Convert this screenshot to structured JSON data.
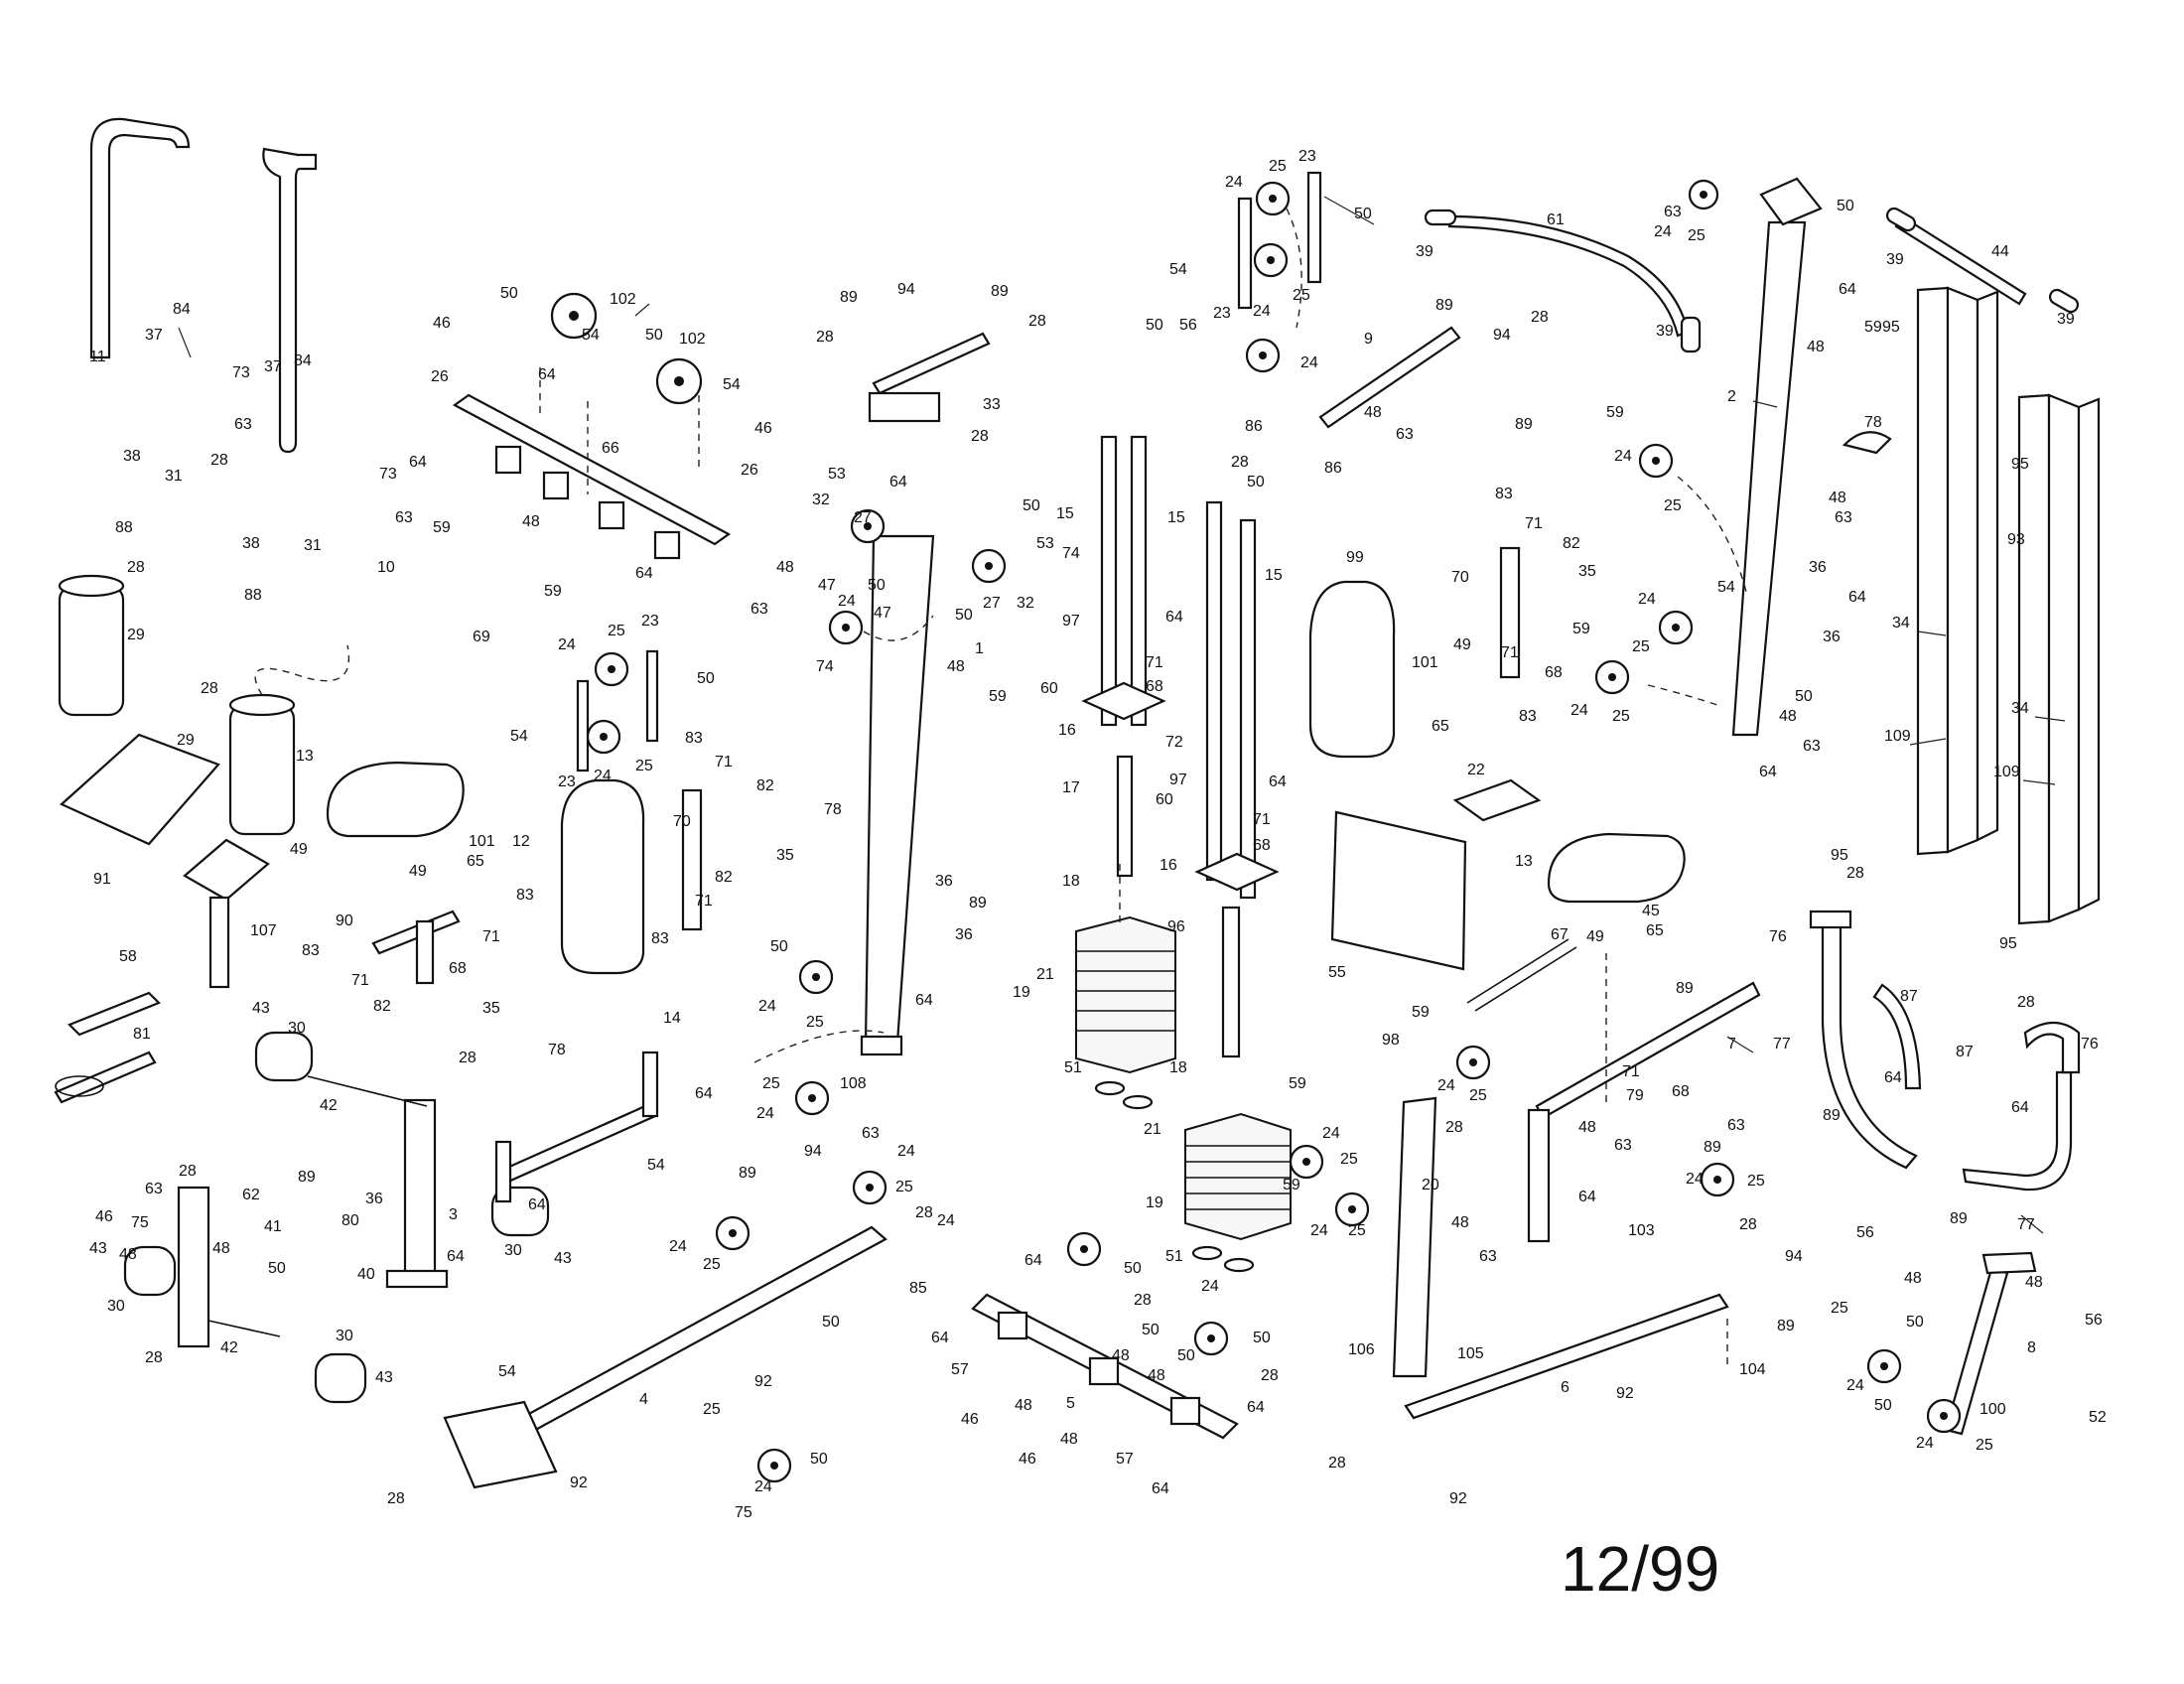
{
  "date_stamp": "12/99",
  "callouts": {
    "c1": "1",
    "c2": "2",
    "c3": "3",
    "c4": "4",
    "c5": "5",
    "c6": "6",
    "c7": "7",
    "c8": "8",
    "c9": "9",
    "c10": "10",
    "c11": "11",
    "c12": "12",
    "c13a": "13",
    "c13b": "13",
    "c14": "14",
    "c15a": "15",
    "c15b": "15",
    "c15c": "15",
    "c16a": "16",
    "c16b": "16",
    "c17": "17",
    "c18a": "18",
    "c18b": "18",
    "c19a": "19",
    "c19b": "19",
    "c20": "20",
    "c21a": "21",
    "c21b": "21",
    "c22": "22",
    "c23a": "23",
    "c23b": "23",
    "c23c": "23",
    "c24a": "24",
    "c24b": "24",
    "c24c": "24",
    "c25a": "25",
    "c25b": "25",
    "c25c": "25",
    "c26a": "26",
    "c26b": "26",
    "c27a": "27",
    "c27b": "27",
    "c28a": "28",
    "c28b": "28",
    "c28c": "28",
    "c28d": "28",
    "c28e": "28",
    "c29a": "29",
    "c29b": "29",
    "c30a": "30",
    "c30b": "30",
    "c30c": "30",
    "c30d": "30",
    "c31a": "31",
    "c31b": "31",
    "c32a": "32",
    "c32b": "32",
    "c33": "33",
    "c34a": "34",
    "c34b": "34",
    "c35a": "35",
    "c35b": "35",
    "c36a": "36",
    "c36b": "36",
    "c37a": "37",
    "c37b": "37",
    "c38a": "38",
    "c38b": "38",
    "c39a": "39",
    "c39b": "39",
    "c39c": "39",
    "c39d": "39",
    "c40": "40",
    "c41": "41",
    "c42a": "42",
    "c42b": "42",
    "c43a": "43",
    "c43b": "43",
    "c43c": "43",
    "c44": "44",
    "c45": "45",
    "c46a": "46",
    "c46b": "46",
    "c47a": "47",
    "c47b": "47",
    "c48a": "48",
    "c48b": "48",
    "c48c": "48",
    "c49a": "49",
    "c49b": "49",
    "c50a": "50",
    "c50b": "50",
    "c50c": "50",
    "c50d": "50",
    "c51a": "51",
    "c51b": "51",
    "c52": "52",
    "c53a": "53",
    "c53b": "53",
    "c54a": "54",
    "c54b": "54",
    "c55": "55",
    "c56a": "56",
    "c56b": "56",
    "c57a": "57",
    "c57b": "57",
    "c58": "58",
    "c59a": "59",
    "c59b": "59",
    "c60a": "60",
    "c60b": "60",
    "c61": "61",
    "c62": "62",
    "c63a": "63",
    "c63b": "63",
    "c63c": "63",
    "c64a": "64",
    "c64b": "64",
    "c64c": "64",
    "c64d": "64",
    "c65a": "65",
    "c65b": "65",
    "c66": "66",
    "c67": "67",
    "c68a": "68",
    "c68b": "68",
    "c69": "69",
    "c70a": "70",
    "c70b": "70",
    "c71a": "71",
    "c71b": "71",
    "c72": "72",
    "c73a": "73",
    "c73b": "73",
    "c74a": "74",
    "c74b": "74",
    "c75a": "75",
    "c75b": "75",
    "c76a": "76",
    "c76b": "76",
    "c77a": "77",
    "c77b": "77",
    "c78a": "78",
    "c78b": "78",
    "c78c": "78",
    "c79": "79",
    "c80": "80",
    "c81": "81",
    "c82a": "82",
    "c82b": "82",
    "c83a": "83",
    "c83b": "83",
    "c84a": "84",
    "c84b": "84",
    "c85": "85",
    "c86a": "86",
    "c86b": "86",
    "c87a": "87",
    "c87b": "87",
    "c88a": "88",
    "c88b": "88",
    "c89a": "89",
    "c89b": "89",
    "c89c": "89",
    "c89d": "89",
    "c90": "90",
    "c91": "91",
    "c92a": "92",
    "c92b": "92",
    "c92c": "92",
    "c93": "93",
    "c94a": "94",
    "c94b": "94",
    "c94c": "94",
    "c95a": "95",
    "c95b": "95",
    "c95c": "95",
    "c96": "96",
    "c97a": "97",
    "c97b": "97",
    "c98": "98",
    "c99": "99",
    "c100": "100",
    "c101a": "101",
    "c101b": "101",
    "c102a": "102",
    "c102b": "102",
    "c103": "103",
    "c104": "104",
    "c105": "105",
    "c106": "106",
    "c107": "107",
    "c108": "108",
    "c109a": "109",
    "c109b": "109"
  }
}
